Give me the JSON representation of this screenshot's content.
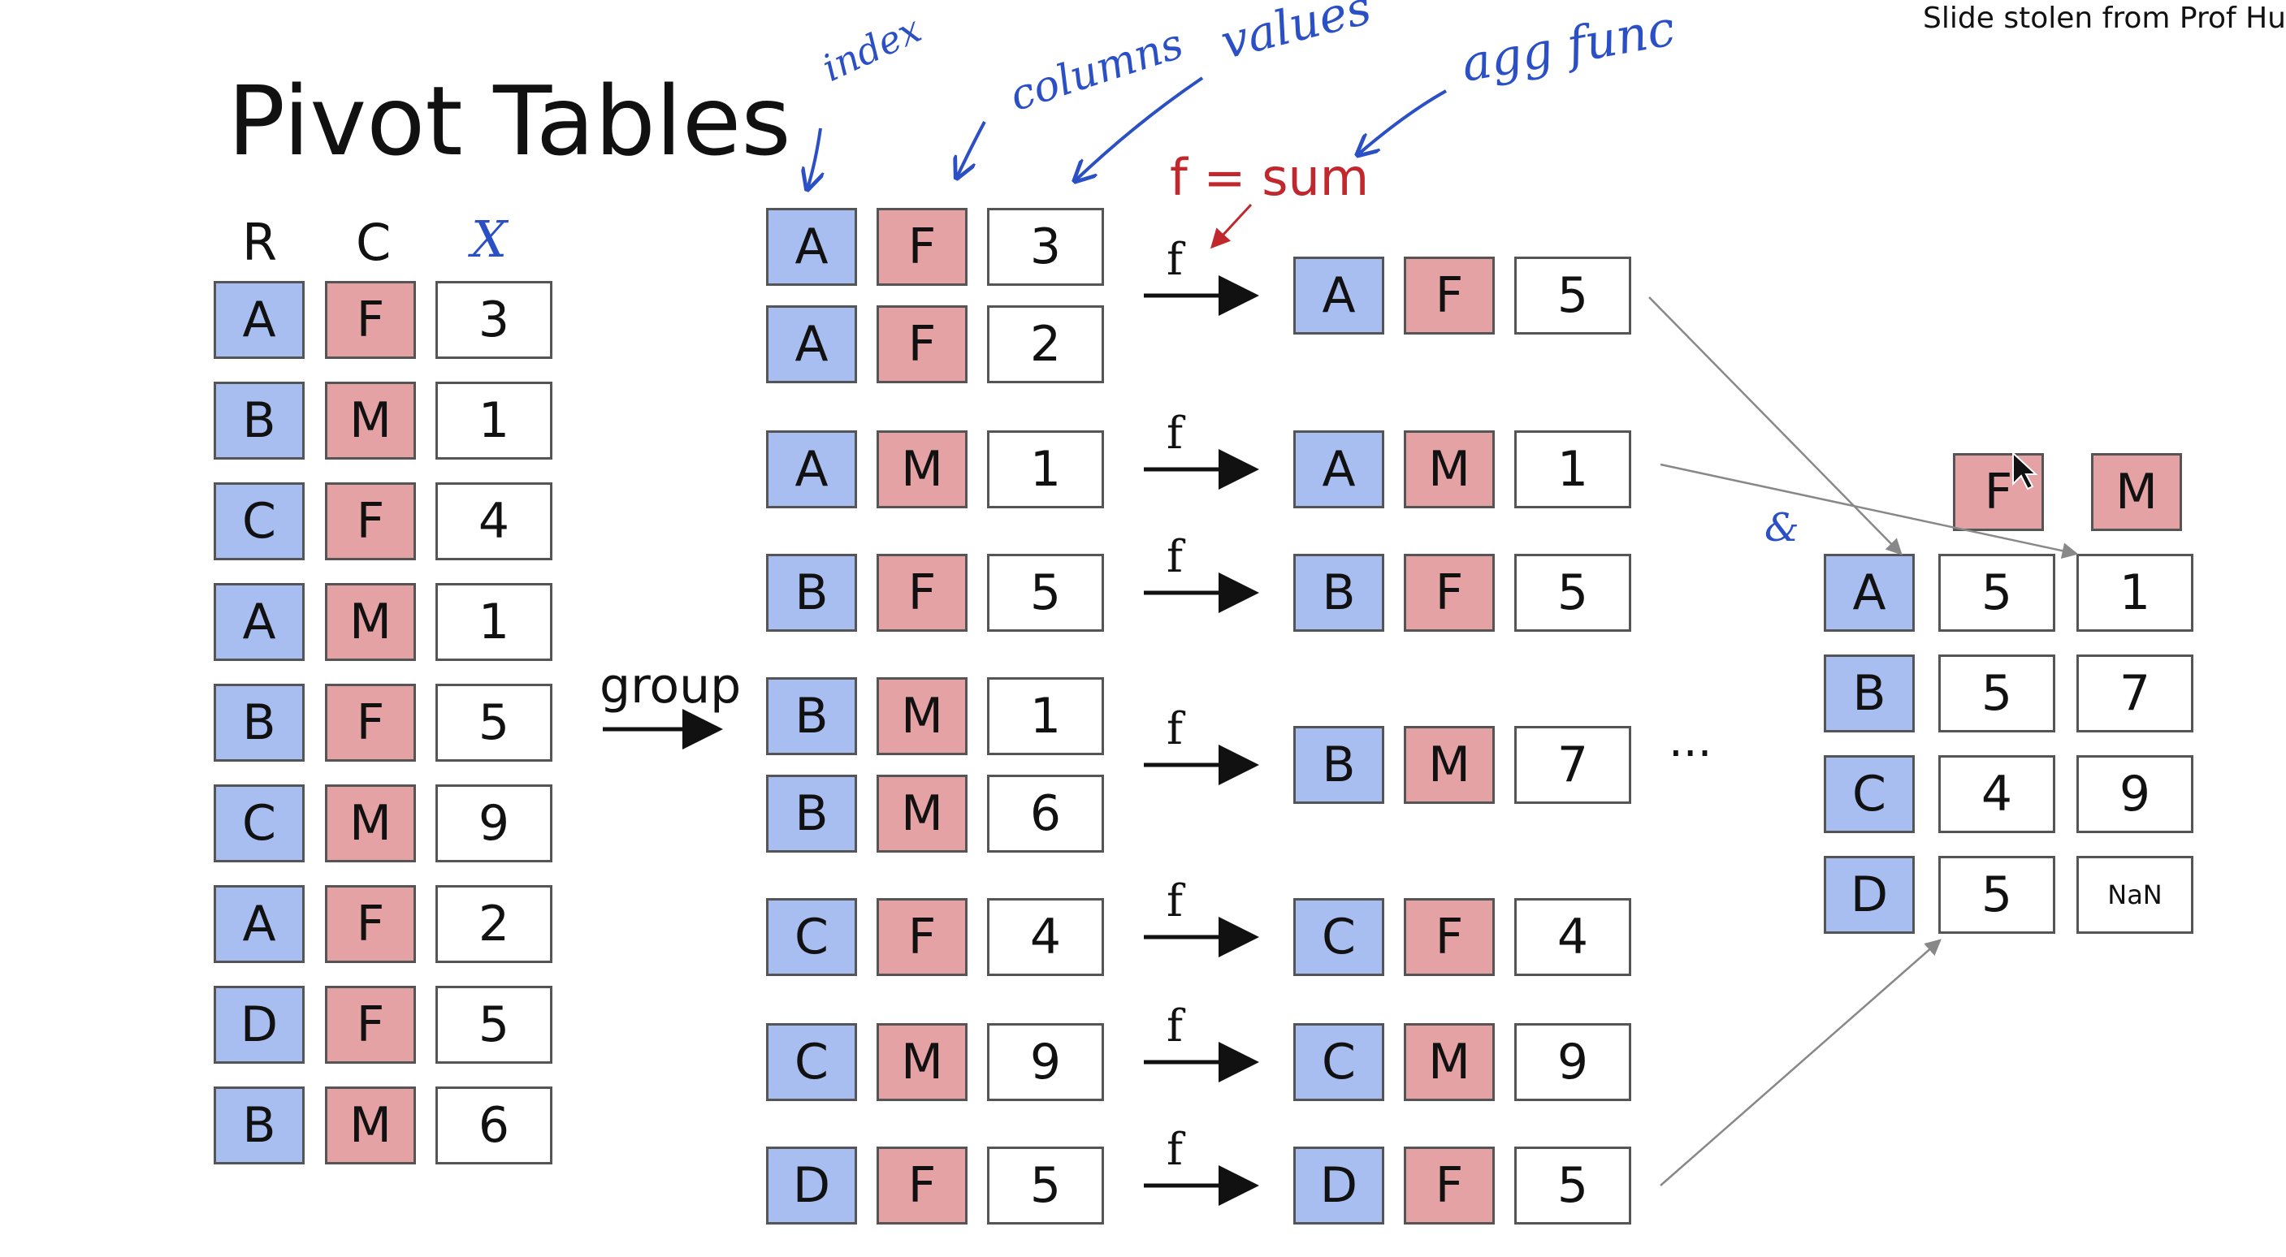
{
  "title": "Pivot Tables",
  "credit": "Slide stolen from Prof Hu",
  "source_headers": {
    "r": "R",
    "c": "C",
    "x": "X"
  },
  "source_rows": [
    {
      "r": "A",
      "c": "F",
      "x": "3"
    },
    {
      "r": "B",
      "c": "M",
      "x": "1"
    },
    {
      "r": "C",
      "c": "F",
      "x": "4"
    },
    {
      "r": "A",
      "c": "M",
      "x": "1"
    },
    {
      "r": "B",
      "c": "F",
      "x": "5"
    },
    {
      "r": "C",
      "c": "M",
      "x": "9"
    },
    {
      "r": "A",
      "c": "F",
      "x": "2"
    },
    {
      "r": "D",
      "c": "F",
      "x": "5"
    },
    {
      "r": "B",
      "c": "M",
      "x": "6"
    }
  ],
  "group_label": "group",
  "agg_label": "f = sum",
  "f_label": "f",
  "annotations": {
    "index": "index",
    "columns": "columns",
    "values": "values",
    "aggfunc": "agg func",
    "ampersand": "&"
  },
  "groups": [
    {
      "rows": [
        {
          "r": "A",
          "c": "F",
          "x": "3"
        },
        {
          "r": "A",
          "c": "F",
          "x": "2"
        }
      ],
      "result": {
        "r": "A",
        "c": "F",
        "x": "5"
      }
    },
    {
      "rows": [
        {
          "r": "A",
          "c": "M",
          "x": "1"
        }
      ],
      "result": {
        "r": "A",
        "c": "M",
        "x": "1"
      }
    },
    {
      "rows": [
        {
          "r": "B",
          "c": "F",
          "x": "5"
        }
      ],
      "result": {
        "r": "B",
        "c": "F",
        "x": "5"
      }
    },
    {
      "rows": [
        {
          "r": "B",
          "c": "M",
          "x": "1"
        },
        {
          "r": "B",
          "c": "M",
          "x": "6"
        }
      ],
      "result": {
        "r": "B",
        "c": "M",
        "x": "7"
      }
    },
    {
      "rows": [
        {
          "r": "C",
          "c": "F",
          "x": "4"
        }
      ],
      "result": {
        "r": "C",
        "c": "F",
        "x": "4"
      }
    },
    {
      "rows": [
        {
          "r": "C",
          "c": "M",
          "x": "9"
        }
      ],
      "result": {
        "r": "C",
        "c": "M",
        "x": "9"
      }
    },
    {
      "rows": [
        {
          "r": "D",
          "c": "F",
          "x": "5"
        }
      ],
      "result": {
        "r": "D",
        "c": "F",
        "x": "5"
      }
    }
  ],
  "ellipsis": "...",
  "pivot": {
    "columns": [
      "F",
      "M"
    ],
    "rows": [
      {
        "index": "A",
        "values": [
          "5",
          "1"
        ]
      },
      {
        "index": "B",
        "values": [
          "5",
          "7"
        ]
      },
      {
        "index": "C",
        "values": [
          "4",
          "9"
        ]
      },
      {
        "index": "D",
        "values": [
          "5",
          "NaN"
        ]
      }
    ]
  },
  "colors": {
    "index": "#a8bdf0",
    "columns": "#e5a2a4",
    "values": "#ffffff",
    "agg": "#c0282e",
    "ink": "#2b4fc4"
  }
}
